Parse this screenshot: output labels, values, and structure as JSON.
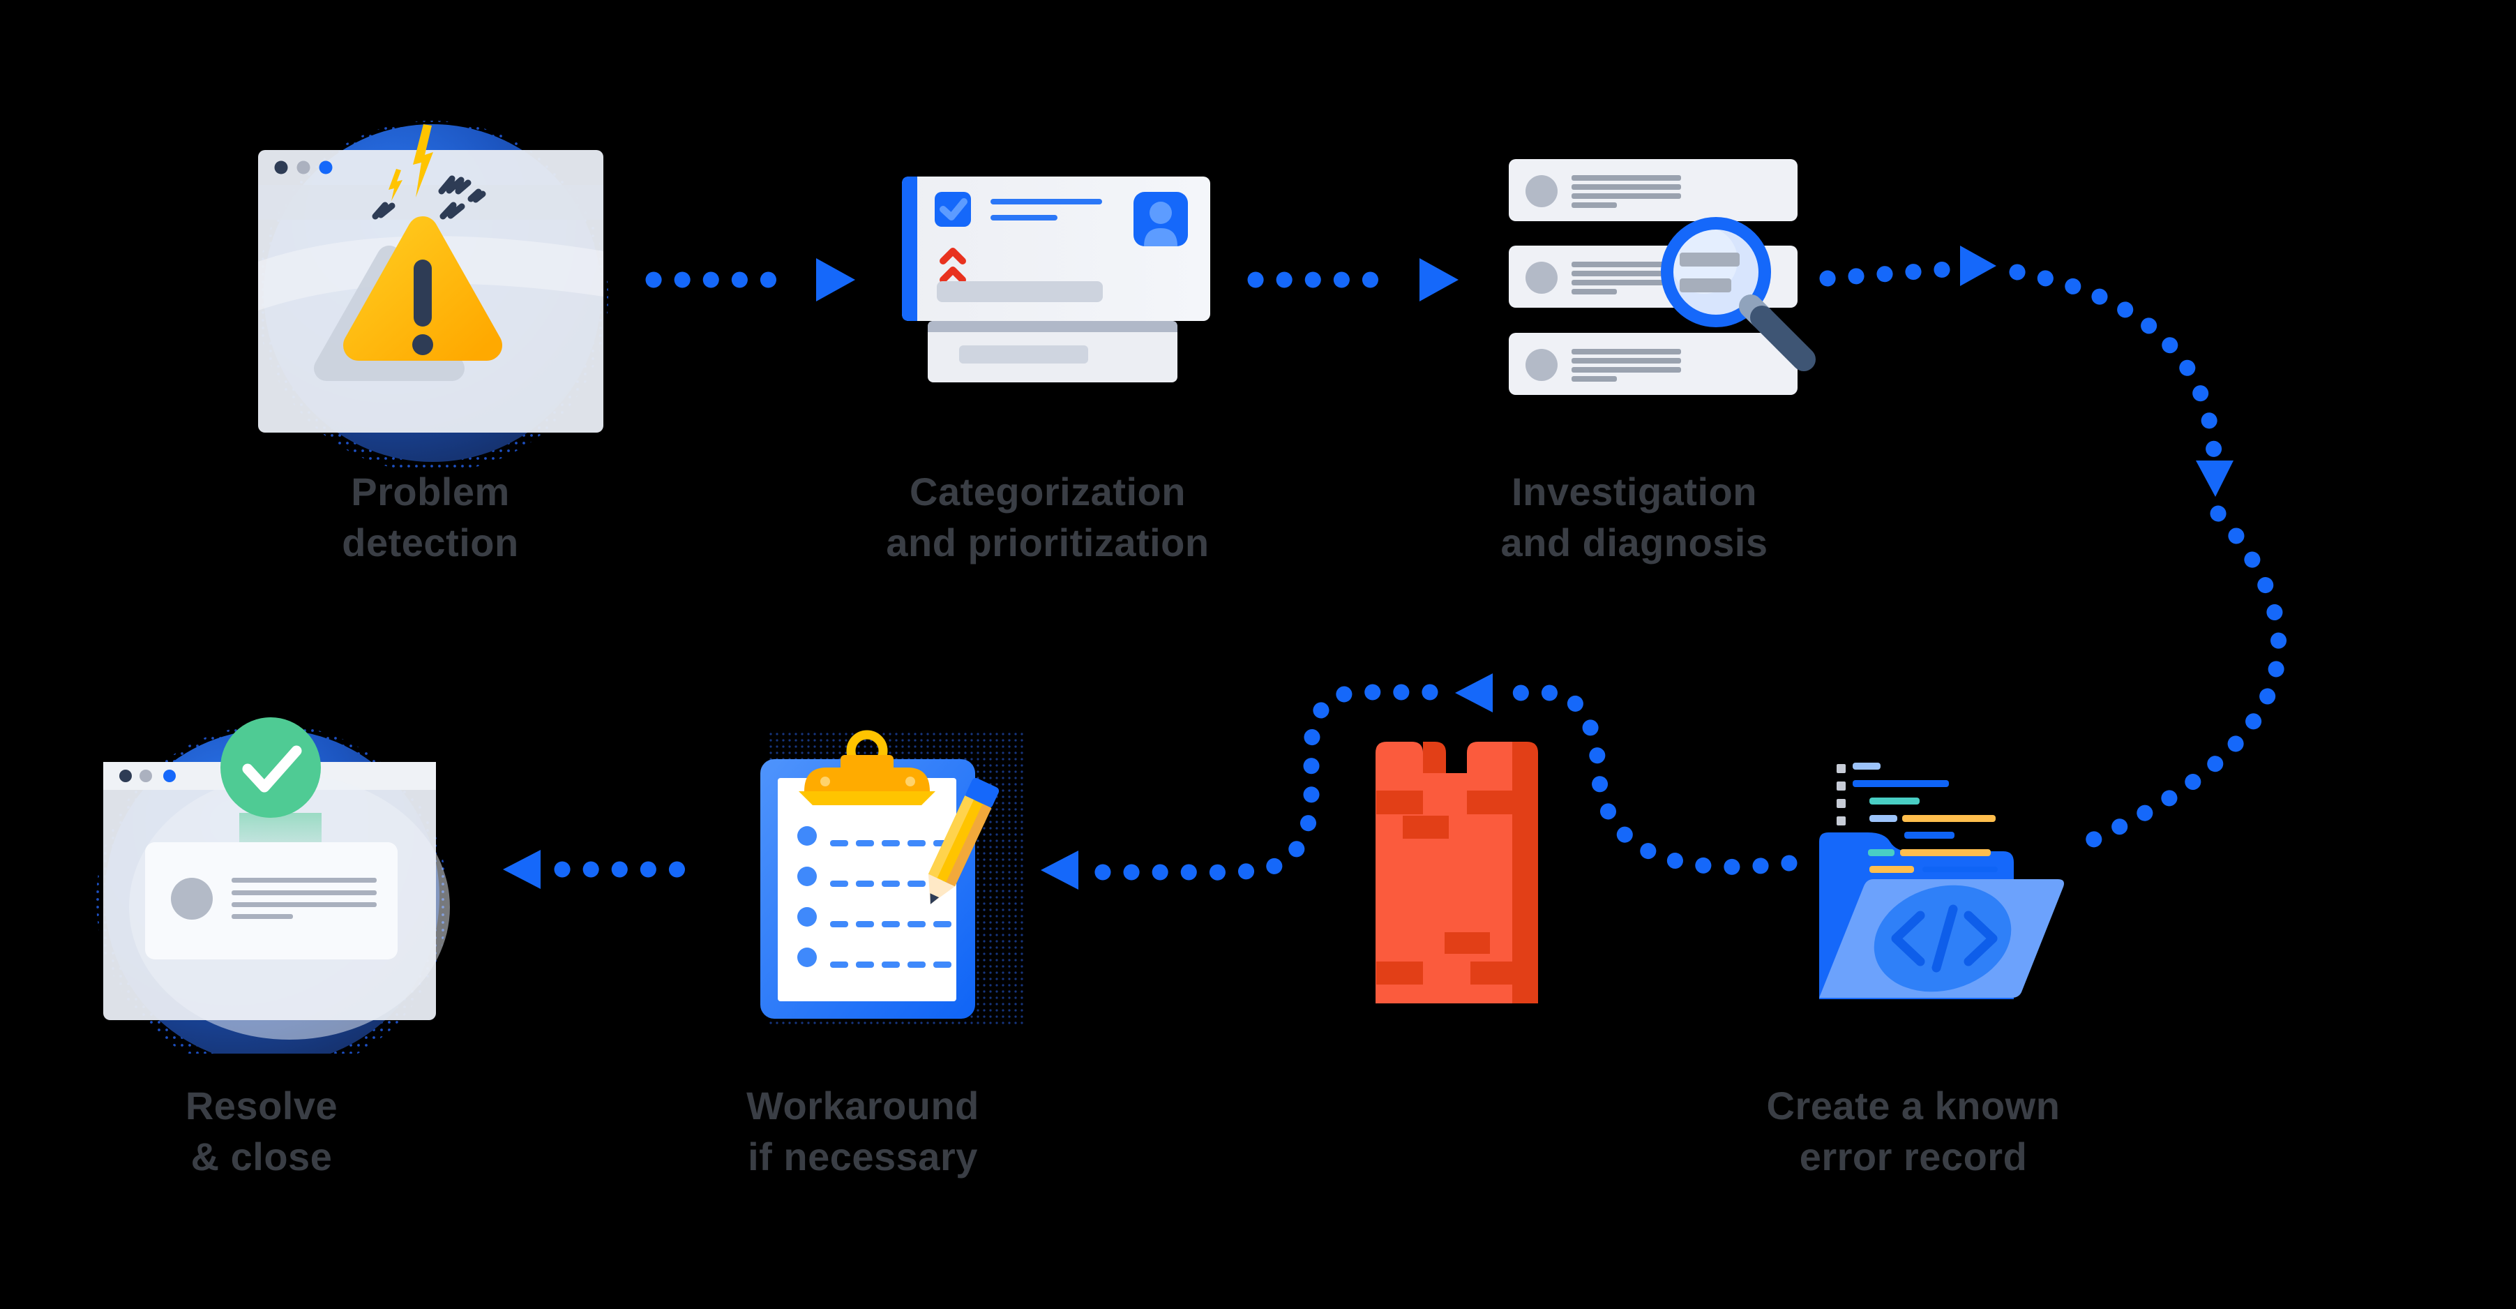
{
  "diagram": {
    "name": "problem-management-process-flow",
    "steps": [
      {
        "id": "problem-detection",
        "lines": [
          "Problem",
          "detection"
        ]
      },
      {
        "id": "categorization",
        "lines": [
          "Categorization",
          "and prioritization"
        ]
      },
      {
        "id": "investigation",
        "lines": [
          "Investigation",
          "and diagnosis"
        ]
      },
      {
        "id": "known-error-record",
        "lines": [
          "Create a known",
          "error record"
        ]
      },
      {
        "id": "workaround",
        "lines": [
          "Workaround",
          "if necessary"
        ]
      },
      {
        "id": "resolve-close",
        "lines": [
          "Resolve",
          "& close"
        ]
      }
    ],
    "flow_order": [
      "problem-detection",
      "categorization",
      "investigation",
      "known-error-record",
      "workaround",
      "resolve-close"
    ],
    "colors": {
      "background": "#000000",
      "arrow_blue": "#1568FA",
      "label_text": "#3A3E45",
      "navy": "#2E3C55",
      "warning_yellow": "#FFC400",
      "clip_orange": "#FFAB00",
      "barrier_red": "#FB5B3D",
      "barrier_brick_red": "#E23F17",
      "success_green": "#4FCB94",
      "folder_blue_front": "#6CA2FC",
      "panel_gray": "#EFF1F6",
      "bar_gray": "#CDD3DE",
      "code_teal": "#49CEC4",
      "code_yellow": "#FFBE4D",
      "code_lightblue": "#9CC3FA"
    }
  }
}
